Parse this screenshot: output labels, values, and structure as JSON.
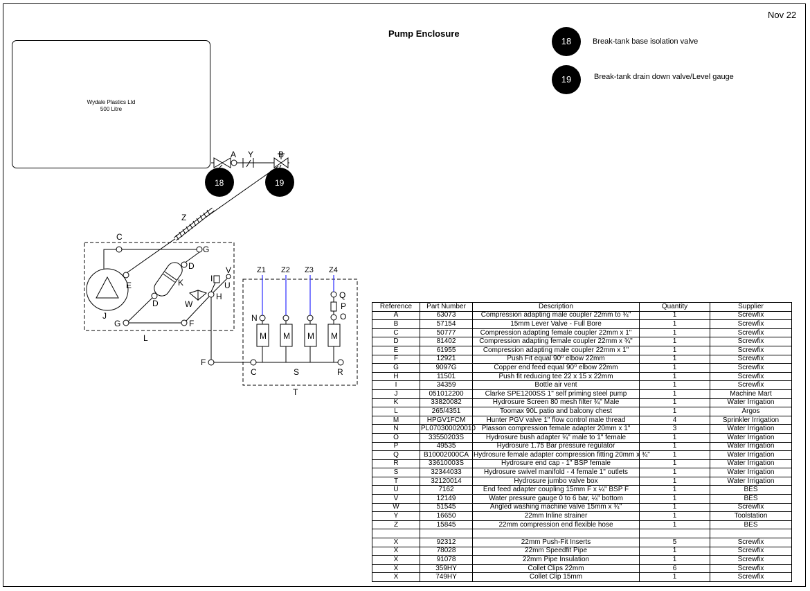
{
  "header": {
    "date": "Nov 22",
    "title": "Pump Enclosure"
  },
  "legend": [
    {
      "number": "18",
      "text": "Break-tank base isolation valve"
    },
    {
      "number": "19",
      "text": "Break-tank drain down valve/Level gauge"
    }
  ],
  "tank": {
    "line1": "Wydale Plastics Ltd",
    "line2": "500 Litre"
  },
  "diagram_labels": {
    "A": "A",
    "Y": "Y",
    "B": "B",
    "n18": "18",
    "n19": "19",
    "Z": "Z",
    "C1": "C",
    "G1": "G",
    "D1": "D",
    "E": "E",
    "K": "K",
    "J": "J",
    "D2": "D",
    "G2": "G",
    "F1": "F",
    "L": "L",
    "V": "V",
    "I": "I",
    "U": "U",
    "W": "W",
    "H": "H",
    "F2": "F",
    "C2": "C",
    "S": "S",
    "R": "R",
    "T": "T",
    "Z1": "Z1",
    "Z2": "Z2",
    "Z3": "Z3",
    "Z4": "Z4",
    "N": "N",
    "Q": "Q",
    "P": "P",
    "O": "O",
    "M1": "M",
    "M2": "M",
    "M3": "M",
    "M4": "M"
  },
  "table": {
    "headers": [
      "Reference",
      "Part Number",
      "Description",
      "Quantity",
      "Supplier"
    ],
    "rows": [
      [
        "A",
        "63073",
        "Compression adapting male coupler 22mm to ¾\"",
        "1",
        "Screwfix"
      ],
      [
        "B",
        "57154",
        "15mm Lever Valve - Full Bore",
        "1",
        "Screwfix"
      ],
      [
        "C",
        "50777",
        "Compression adapting female coupler 22mm x 1\"",
        "1",
        "Screwfix"
      ],
      [
        "D",
        "81402",
        "Compression adapting female coupler 22mm x ¾\"",
        "1",
        "Screwfix"
      ],
      [
        "E",
        "61955",
        "Compression adapting male coupler 22mm x 1\"",
        "1",
        "Screwfix"
      ],
      [
        "F",
        "12921",
        "Push Fit equal 90⁰ elbow 22mm",
        "1",
        "Screwfix"
      ],
      [
        "G",
        "9097G",
        "Copper end feed equal 90⁰ elbow 22mm",
        "1",
        "Screwfix"
      ],
      [
        "H",
        "11501",
        "Push fit reducing tee 22 x 15 x 22mm",
        "1",
        "Screwfix"
      ],
      [
        "I",
        "34359",
        "Bottle air vent",
        "1",
        "Screwfix"
      ],
      [
        "J",
        "051012200",
        "Clarke SPE1200SS 1\" self priming steel pump",
        "1",
        "Machine Mart"
      ],
      [
        "K",
        "33820082",
        "Hydrosure Screen 80 mesh filter ¾\" Male",
        "1",
        "Water Irrigation"
      ],
      [
        "L",
        "265/4351",
        "Toomax 90L patio and balcony chest",
        "1",
        "Argos"
      ],
      [
        "M",
        "HPGV1FCM",
        "Hunter PGV valve 1\" flow control male thread",
        "4",
        "Sprinkler Irrigation"
      ],
      [
        "N",
        "PL070300020010",
        "Plasson compression female adapter 20mm x 1\"",
        "3",
        "Water Irrigation"
      ],
      [
        "O",
        "33550203S",
        "Hydrosure bush adapter ¾\"  male to 1\"  female",
        "1",
        "Water Irrigation"
      ],
      [
        "P",
        "49535",
        "Hydrosure 1.75 Bar pressure regulator",
        "1",
        "Water Irrigation"
      ],
      [
        "Q",
        "B10002000CA",
        "Hydrosure female adapter compression fitting 20mm x ¾\"",
        "1",
        "Water Irrigation"
      ],
      [
        "R",
        "33610003S",
        "Hydrosure end cap - 1\" BSP female",
        "1",
        "Water Irrigation"
      ],
      [
        "S",
        "32344033",
        "Hydrosure swivel manifold - 4 female 1\" outlets",
        "1",
        "Water Irrigation"
      ],
      [
        "T",
        "32120014",
        "Hydrosure jumbo valve box",
        "1",
        "Water Irrigation"
      ],
      [
        "U",
        "7162",
        "End feed adapter coupling 15mm F x ¼\" BSP F",
        "1",
        "BES"
      ],
      [
        "V",
        "12149",
        "Water pressure gauge 0 to 6 bar, ¼\" bottom",
        "1",
        "BES"
      ],
      [
        "W",
        "51545",
        "Angled washing machine valve 15mm x ¾\"",
        "1",
        "Screwfix"
      ],
      [
        "Y",
        "16650",
        "22mm Inline strainer",
        "1",
        "Toolstation"
      ],
      [
        "Z",
        "15845",
        "22mm compression end flexible hose",
        "1",
        "BES"
      ],
      [
        "",
        "",
        "",
        "",
        ""
      ],
      [
        "X",
        "92312",
        "22mm Push-Fit Inserts",
        "5",
        "Screwfix"
      ],
      [
        "X",
        "78028",
        "22mm Speedfit Pipe",
        "1",
        "Screwfix"
      ],
      [
        "X",
        "91078",
        "22mm Pipe Insulation",
        "1",
        "Screwfix"
      ],
      [
        "X",
        "359HY",
        "Collet Clips 22mm",
        "6",
        "Screwfix"
      ],
      [
        "X",
        "749HY",
        "Collet Clip 15mm",
        "1",
        "Screwfix"
      ]
    ]
  }
}
